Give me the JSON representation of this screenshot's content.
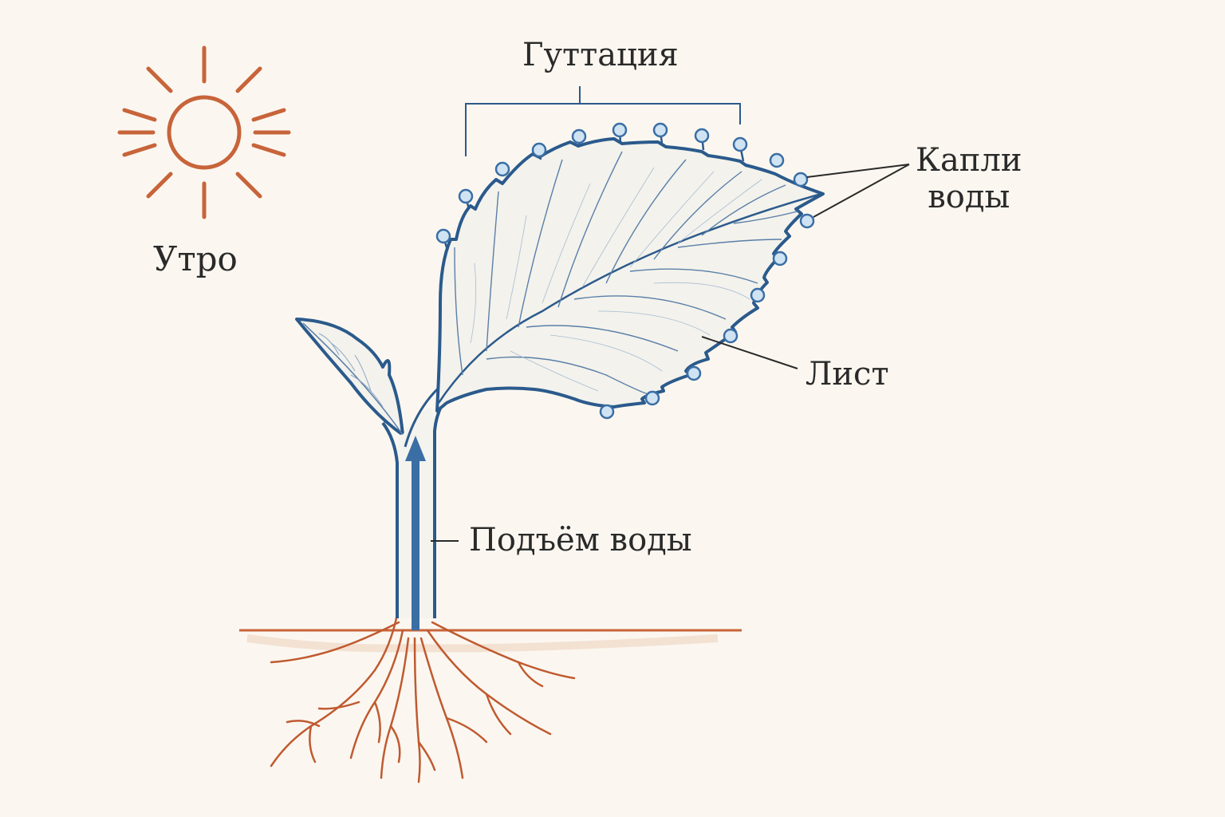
{
  "title": "Гуттация",
  "labels": {
    "morning": "Утро",
    "drops_line1": "Капли",
    "drops_line2": "воды",
    "leaf": "Лист",
    "water_rise": "Подъём воды"
  },
  "colors": {
    "background": "#fbf7f0",
    "plant_outline": "#2b5a8c",
    "water_arrow": "#3a6ea5",
    "sun_roots": "#c8643a",
    "droplet_fill": "#cfe3f3",
    "text": "#2a2a2a"
  },
  "icons": [
    "sun-icon",
    "water-droplet-icon",
    "up-arrow-icon"
  ]
}
